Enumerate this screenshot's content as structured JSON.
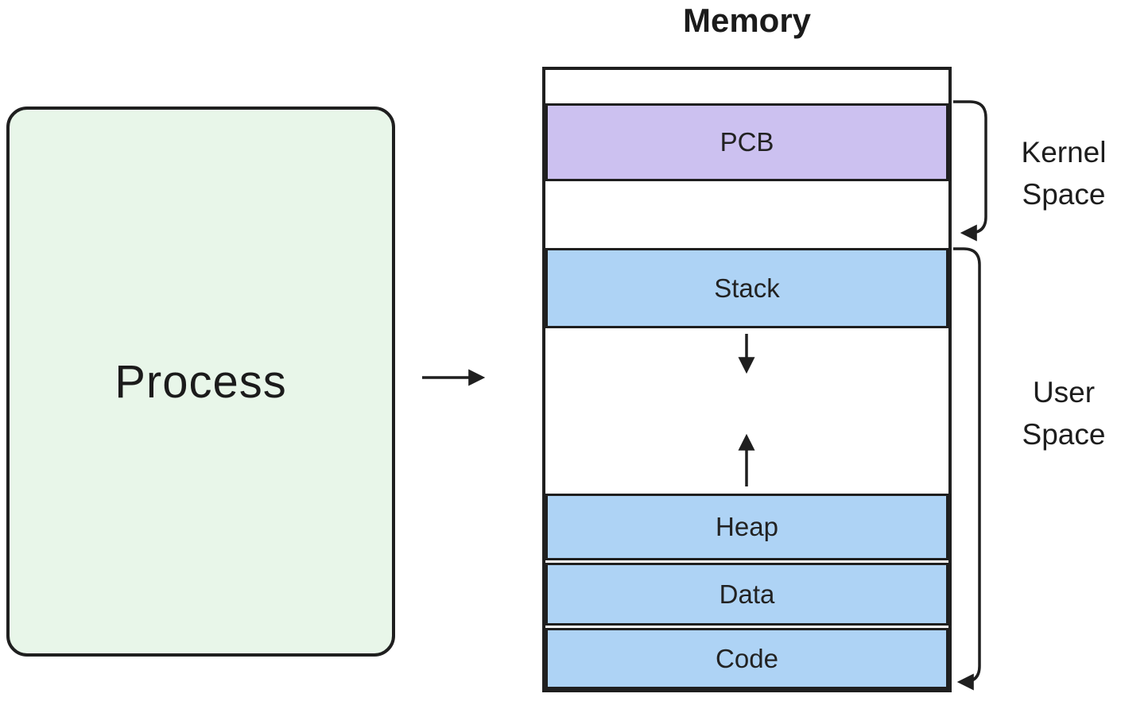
{
  "diagram": {
    "process": {
      "label": "Process"
    },
    "memory": {
      "title": "Memory",
      "sections": [
        {
          "name": "free-top",
          "label": "",
          "fill": "none"
        },
        {
          "name": "pcb",
          "label": "PCB",
          "fill": "#ccc1f0"
        },
        {
          "name": "free-kernel",
          "label": "",
          "fill": "none"
        },
        {
          "name": "stack",
          "label": "Stack",
          "fill": "#aed3f5"
        },
        {
          "name": "growth-gap",
          "label": "",
          "fill": "none"
        },
        {
          "name": "heap",
          "label": "Heap",
          "fill": "#aed3f5"
        },
        {
          "name": "data",
          "label": "Data",
          "fill": "#aed3f5"
        },
        {
          "name": "code",
          "label": "Code",
          "fill": "#aed3f5"
        }
      ]
    },
    "annotations": {
      "kernel_space": "Kernel Space",
      "user_space": "User Space"
    },
    "icons": [
      {
        "name": "process-to-memory-arrow",
        "meaning": "process maps to memory"
      },
      {
        "name": "stack-growth-arrow-down",
        "meaning": "stack grows downward"
      },
      {
        "name": "heap-growth-arrow-up",
        "meaning": "heap grows upward"
      },
      {
        "name": "kernel-space-bracket-arrow",
        "meaning": "kernel space range"
      },
      {
        "name": "user-space-bracket-arrow",
        "meaning": "user space range"
      }
    ],
    "colors": {
      "process_fill": "#e8f6e9",
      "kernel_section_fill": "#ccc1f0",
      "user_section_fill": "#aed3f5",
      "stroke": "#1f1f1f",
      "background": "#ffffff"
    }
  }
}
